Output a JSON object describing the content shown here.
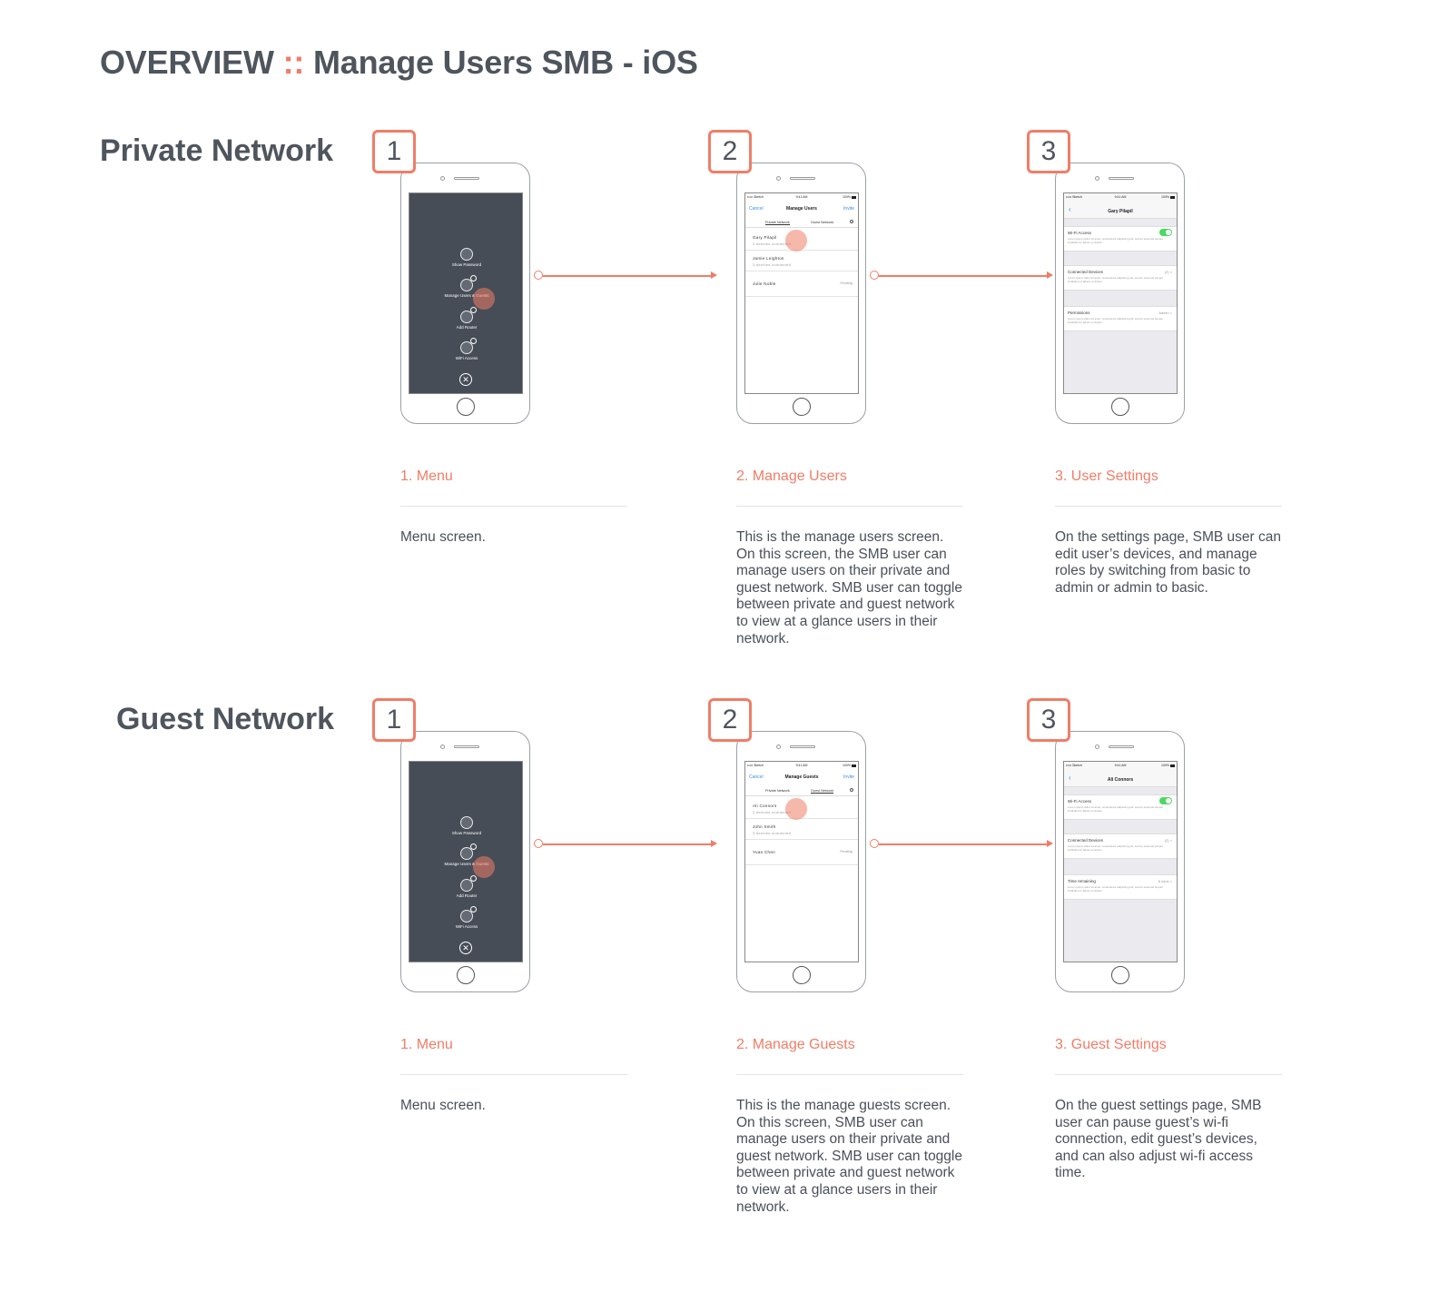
{
  "title": {
    "main": "OVERVIEW",
    "sep": "::",
    "sub": "Manage Users SMB - iOS"
  },
  "menu": {
    "items": [
      "Show Password",
      "Manage Users & Guests",
      "Add Router",
      "WiFi Access"
    ]
  },
  "status": {
    "carrier": "••••• Sketch",
    "time": "9:41 AM",
    "battery": "100%"
  },
  "private": {
    "section": "Private Network",
    "badges": [
      "1",
      "2",
      "3"
    ],
    "list": {
      "cancel": "Cancel",
      "title": "Manage Users",
      "invite": "Invite",
      "tab_private": "Private Network",
      "tab_guest": "Guest Network",
      "rows": [
        {
          "name": "Gary Pilapil",
          "sub": "2 devices connected"
        },
        {
          "name": "Jamie Leighton",
          "sub": "3 devices connected"
        },
        {
          "name": "Julie Noble",
          "pending": "Pending"
        }
      ]
    },
    "settings": {
      "title": "Gary Pilapil",
      "row1": "Wi-Fi Access",
      "row2": "Connected Devices",
      "row2_value": "(2) >",
      "row3": "Permissions",
      "row3_value": "Admin >",
      "lorem": "Lorem ipsum dolor sit amet, consectetur adipiscing elit, sed do eiusmod tempor incididunt ut labore et dolore."
    },
    "steps": [
      {
        "title": "1. Menu",
        "desc": "Menu screen."
      },
      {
        "title": "2. Manage Users",
        "desc": "This is the manage users screen. On this screen, the SMB user can manage users on their private and guest network. SMB user can toggle between private and guest network to view at a glance users in their network."
      },
      {
        "title": "3. User Settings",
        "desc": "On the settings page, SMB user can edit user’s devices, and manage roles by switching from basic to admin or admin to basic."
      }
    ]
  },
  "guest": {
    "section": "Guest Network",
    "badges": [
      "1",
      "2",
      "3"
    ],
    "list": {
      "cancel": "Cancel",
      "title": "Manage Guests",
      "invite": "Invite",
      "tab_private": "Private Network",
      "tab_guest": "Guest Network",
      "rows": [
        {
          "name": "Ali Connors",
          "sub": "2 devices connected"
        },
        {
          "name": "John Smith",
          "sub": "3 devices connected"
        },
        {
          "name": "Yuan Chen",
          "pending": "Pending"
        }
      ]
    },
    "settings": {
      "title": "Ali Connors",
      "row1": "Wi-Fi Access",
      "row2": "Connected Devices",
      "row2_value": "(2) >",
      "row3": "Time remaining",
      "row3_value": "8 mins >",
      "lorem": "Lorem ipsum dolor sit amet, consectetur adipiscing elit, sed do eiusmod tempor incididunt ut labore et dolore."
    },
    "steps": [
      {
        "title": "1. Menu",
        "desc": "Menu screen."
      },
      {
        "title": "2. Manage Guests",
        "desc": "This is the manage guests screen. On this screen, SMB user can manage users on their private and guest network. SMB user can toggle between private and guest network to view at a glance users in their network."
      },
      {
        "title": "3. Guest Settings",
        "desc": "On the guest settings page, SMB user can pause guest’s wi-fi connection, edit guest’s devices, and can also adjust wi-fi access time."
      }
    ]
  },
  "colors": {
    "accent": "#f07d67",
    "menu_bg": "#474d57",
    "ios_blue": "#3a8ee6",
    "toggle_on": "#4cd964"
  }
}
